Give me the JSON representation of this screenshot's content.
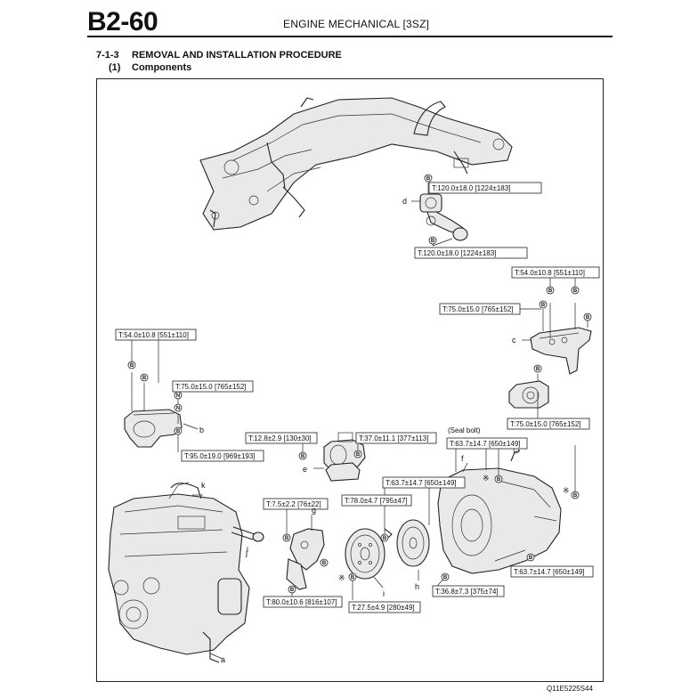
{
  "header": {
    "page_number": "B2-60",
    "section_title": "ENGINE MECHANICAL [3SZ]"
  },
  "section": {
    "number": "7-1-3",
    "title": "REMOVAL AND INSTALLATION PROCEDURE"
  },
  "subsection": {
    "number": "(1)",
    "title": "Components"
  },
  "figure": {
    "figure_id": "Q11E5225S44",
    "seal_bolt_note": "(Seal bolt)",
    "symbols": {
      "bolt_b": "B",
      "nut_n": "N",
      "reuse_mark": "※"
    },
    "torque_labels": {
      "t_120_top": "T:120.0±18.0 [1224±183]",
      "t_120_bottom": "T:120.0±18.0 [1224±183]",
      "t_54_right": "T:54.0±10.8 [551±110]",
      "t_75_right_upper": "T:75.0±15.0 [765±152]",
      "t_75_right_lower": "T:75.0±15.0 [765±152]",
      "t_54_left": "T:54.0±10.8 [551±110]",
      "t_75_left": "T:75.0±15.0 [765±152]",
      "t_95_left": "T:95.0±19.0 [969±193]",
      "t_12_starter": "T:12.8±2.9 [130±30]",
      "t_37_starter": "T:37.0±11.1 [377±113]",
      "t_63_seal": "T:63.7±14.7 [650±149]",
      "t_63_flywheel": "T:63.7±14.7 [650±149]",
      "t_63_trans": "T:63.7±14.7 [650±149]",
      "t_7_5": "T:7.5±2.2 [76±22]",
      "t_78": "T:78.0±4.7 [795±47]",
      "t_80": "T:80.0±10.6 [816±107]",
      "t_27": "T:27.5±4.9 [280±49]",
      "t_36": "T:36.8±7.3 [375±74]"
    },
    "callouts": {
      "a": "a",
      "b": "b",
      "c": "c",
      "d": "d",
      "e": "e",
      "f": "f",
      "g": "g",
      "h": "h",
      "i": "i",
      "j": "j",
      "k": "k"
    }
  }
}
